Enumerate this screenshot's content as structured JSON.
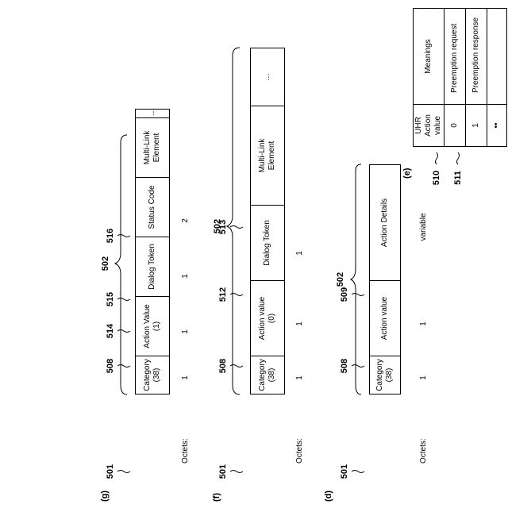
{
  "panels": {
    "d": {
      "label": "(d)",
      "brace_ref": "502",
      "refs": [
        "501",
        "508",
        "509"
      ],
      "fields": [
        "Category\n(38)",
        "Action value",
        "Action Details"
      ],
      "octets_label": "Octets:",
      "octets": [
        "1",
        "1",
        "variable"
      ]
    },
    "e": {
      "label": "(e)",
      "header": [
        "UHR\nAction\nvalue",
        "Meanings"
      ],
      "rows": [
        {
          "ref": "510",
          "value": "0",
          "meaning": "Preemption request"
        },
        {
          "ref": "511",
          "value": "1",
          "meaning": "Preemption response"
        },
        {
          "ref": "",
          "value": "••",
          "meaning": ""
        }
      ]
    },
    "f": {
      "label": "(f)",
      "brace_ref": "502",
      "refs": [
        "501",
        "508",
        "512",
        "513"
      ],
      "fields": [
        "Category\n(38)",
        "Action value\n(0)",
        "Dialog Token",
        "Multi-Link\nElement",
        "…"
      ],
      "octets_label": "Octets:",
      "octets": [
        "1",
        "1",
        "1"
      ]
    },
    "g": {
      "label": "(g)",
      "brace_ref": "502",
      "refs": [
        "501",
        "508",
        "514",
        "515",
        "516"
      ],
      "fields": [
        "Category\n(38)",
        "Action Value\n(1)",
        "Dialog Token",
        "Status Code",
        "Multi-Link\nElement",
        "…"
      ],
      "octets_label": "Octets:",
      "octets": [
        "1",
        "1",
        "1",
        "2"
      ]
    }
  }
}
